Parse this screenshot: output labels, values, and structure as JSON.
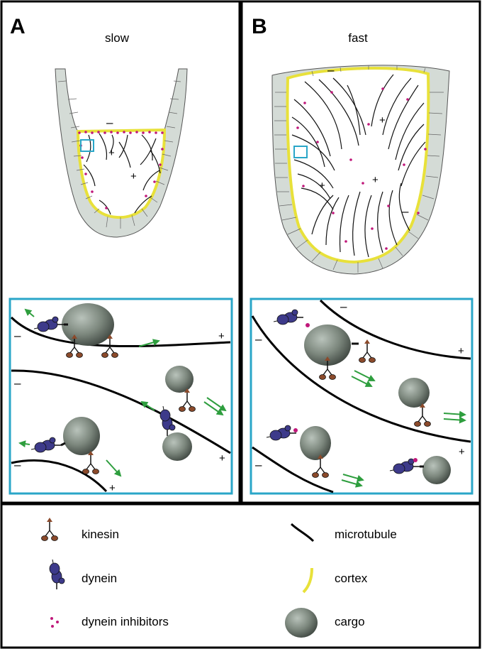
{
  "panels": {
    "a": {
      "letter": "A",
      "title": "slow"
    },
    "b": {
      "letter": "B",
      "title": "fast"
    }
  },
  "polarity": {
    "minus": "–",
    "plus": "+"
  },
  "legend": {
    "kinesin": "kinesin",
    "dynein": "dynein",
    "dynein_inhibitors": "dynein inhibitors",
    "microtubule": "microtubule",
    "cortex": "cortex",
    "cargo": "cargo"
  },
  "colors": {
    "cortex": "#e8e13a",
    "inset_frame": "#2aa6c8",
    "kinesin": "#8b4a2b",
    "dynein": "#3d3a8a",
    "inhibitor": "#c0187a",
    "arrow": "#2e9e3e",
    "cargo": "#7f8a7f",
    "cell": "#d4dbd6"
  }
}
